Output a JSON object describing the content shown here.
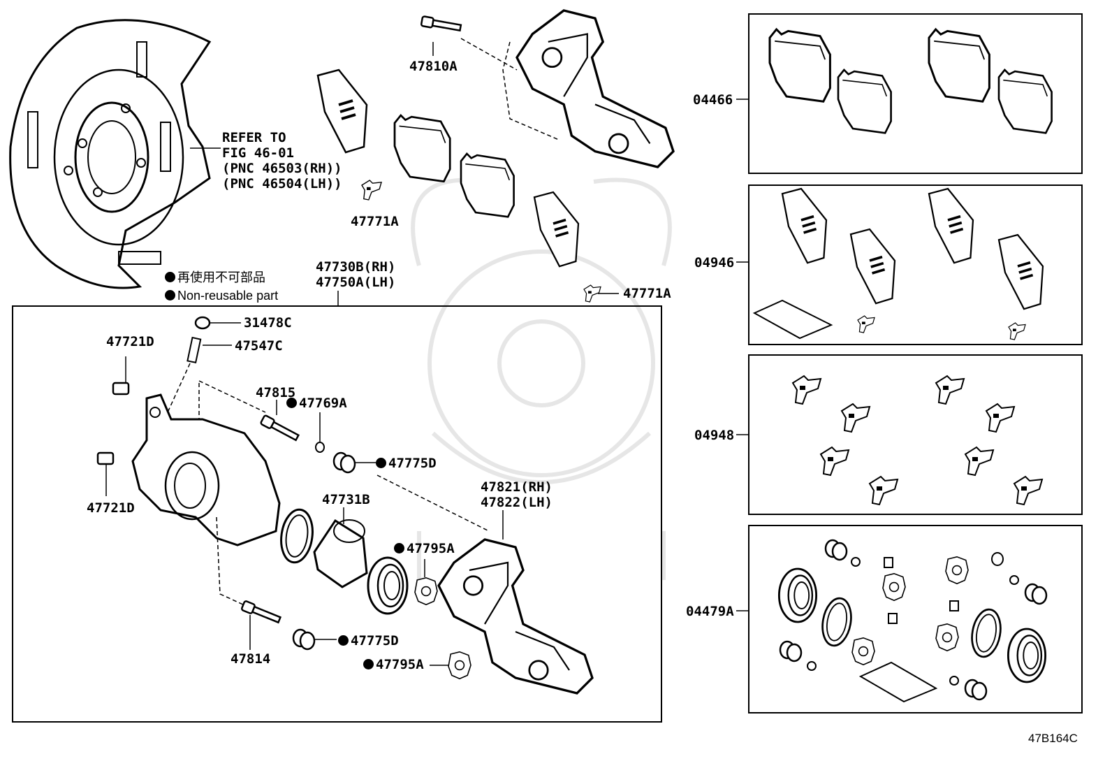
{
  "refer": {
    "line1": "REFER TO",
    "line2": "FIG 46-01",
    "line3": "(PNC 46503(RH))",
    "line4": "(PNC 46504(LH))"
  },
  "legend": {
    "jp": "再使用不可部品",
    "en": "Non-reusable part"
  },
  "parts": {
    "p47810A": "47810A",
    "p47771A_top": "47771A",
    "p47771A_right": "47771A",
    "p47730B": "47730B(RH)",
    "p47750A": "47750A(LH)",
    "p31478C": "31478C",
    "p47547C": "47547C",
    "p47721D_top": "47721D",
    "p47721D_bottom": "47721D",
    "p47815": "47815",
    "p47769A": "47769A",
    "p47775D_top": "47775D",
    "p47775D_bottom": "47775D",
    "p47731B": "47731B",
    "p47795A_top": "47795A",
    "p47795A_bottom": "47795A",
    "p47821": "47821(RH)",
    "p47822": "47822(LH)",
    "p47814": "47814"
  },
  "kits": [
    {
      "code": "04466"
    },
    {
      "code": "04946"
    },
    {
      "code": "04948"
    },
    {
      "code": "04479A"
    }
  ],
  "figure_code": "47B164C",
  "colors": {
    "ink": "#000000",
    "watermark": "#e6e6e6",
    "background": "#ffffff"
  }
}
